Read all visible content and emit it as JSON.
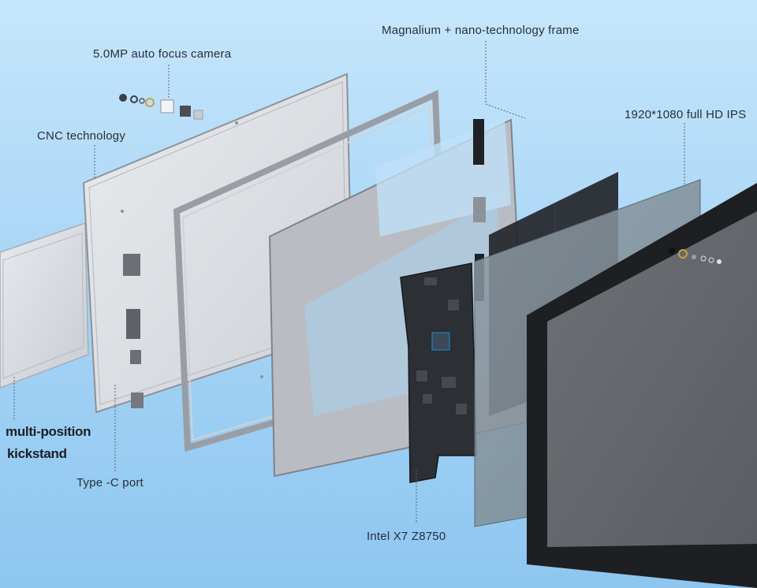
{
  "labels": {
    "camera": "5.0MP auto focus camera",
    "frame": "Magnalium + nano-technology frame",
    "cnc": "CNC technology",
    "display": "1920*1080 full HD IPS",
    "kickstand_line1": "multi-position",
    "kickstand_line2": "kickstand",
    "port": "Type -C port",
    "cpu": "Intel  X7 Z8750"
  },
  "colors": {
    "background_top": "#c6e6fb",
    "background_bottom": "#8ec6f0",
    "pcb": "#2c2f33",
    "screen_glass": "#1e1f22",
    "lcd_panel": "#24262a",
    "back_cover": "#d5d8dd",
    "frame_metal": "#b9bdc3"
  }
}
